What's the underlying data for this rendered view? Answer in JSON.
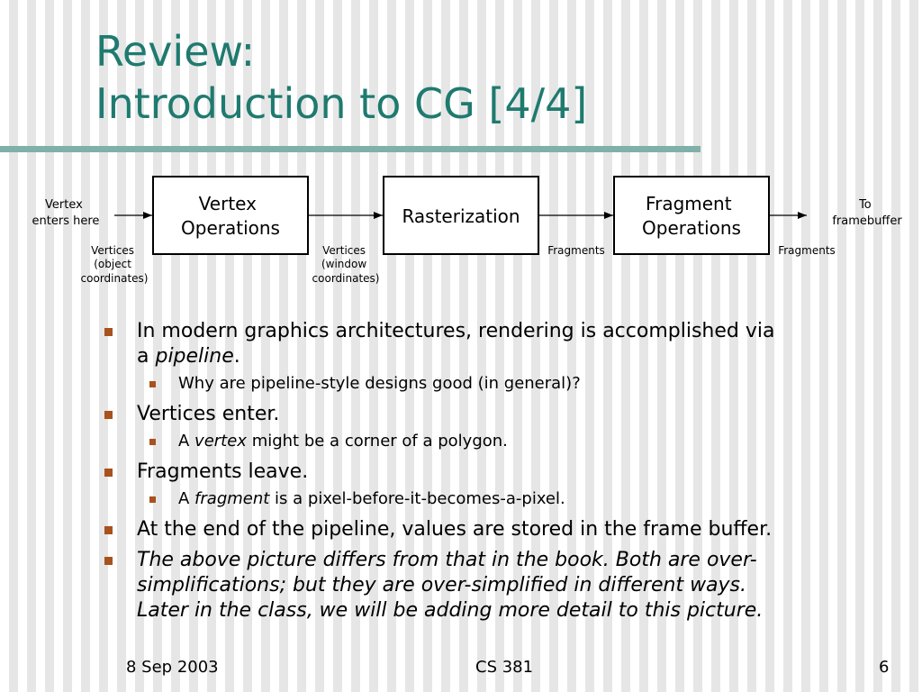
{
  "title": {
    "line1": "Review:",
    "line2": "Introduction to CG [4/4]"
  },
  "diagram": {
    "input_label": [
      "Vertex",
      "enters here"
    ],
    "output_label": [
      "To",
      "framebuffer"
    ],
    "boxes": [
      {
        "lines": [
          "Vertex",
          "Operations"
        ]
      },
      {
        "lines": [
          "Rasterization"
        ]
      },
      {
        "lines": [
          "Fragment",
          "Operations"
        ]
      }
    ],
    "edge_labels": [
      {
        "lines": [
          "Vertices",
          "(object",
          "coordinates)"
        ]
      },
      {
        "lines": [
          "Vertices",
          "(window",
          "coordinates)"
        ]
      },
      {
        "lines": [
          "Fragments"
        ]
      },
      {
        "lines": [
          "Fragments"
        ]
      }
    ]
  },
  "bullets": {
    "b1_text": "In modern graphics architectures, rendering is accomplished via",
    "b1_line2_prefix": "a ",
    "b1_emph": "pipeline",
    "b1_suffix": ".",
    "b1_sub": "Why are pipeline-style designs good (in general)?",
    "b2_text": "Vertices enter.",
    "b2_sub_prefix": "A ",
    "b2_sub_emph": "vertex",
    "b2_sub_suffix": " might be a corner of a polygon.",
    "b3_text": "Fragments leave.",
    "b3_sub_prefix": "A ",
    "b3_sub_emph": "fragment",
    "b3_sub_suffix": " is a pixel-before-it-becomes-a-pixel.",
    "b4_text": "At the end of the pipeline, values are stored in the frame buffer.",
    "b5_line1": "The above picture differs from that in the book. Both are over-",
    "b5_line2": "simplifications; but they are over-simplified in different ways.",
    "b5_line3": "Later in the class, we will be adding more detail to this picture."
  },
  "footer": {
    "date": "8 Sep 2003",
    "course": "CS 381",
    "page": "6"
  },
  "colors": {
    "title": "#1f7a6f",
    "rule": "#7fb0aa",
    "bullet": "#a8521e"
  }
}
